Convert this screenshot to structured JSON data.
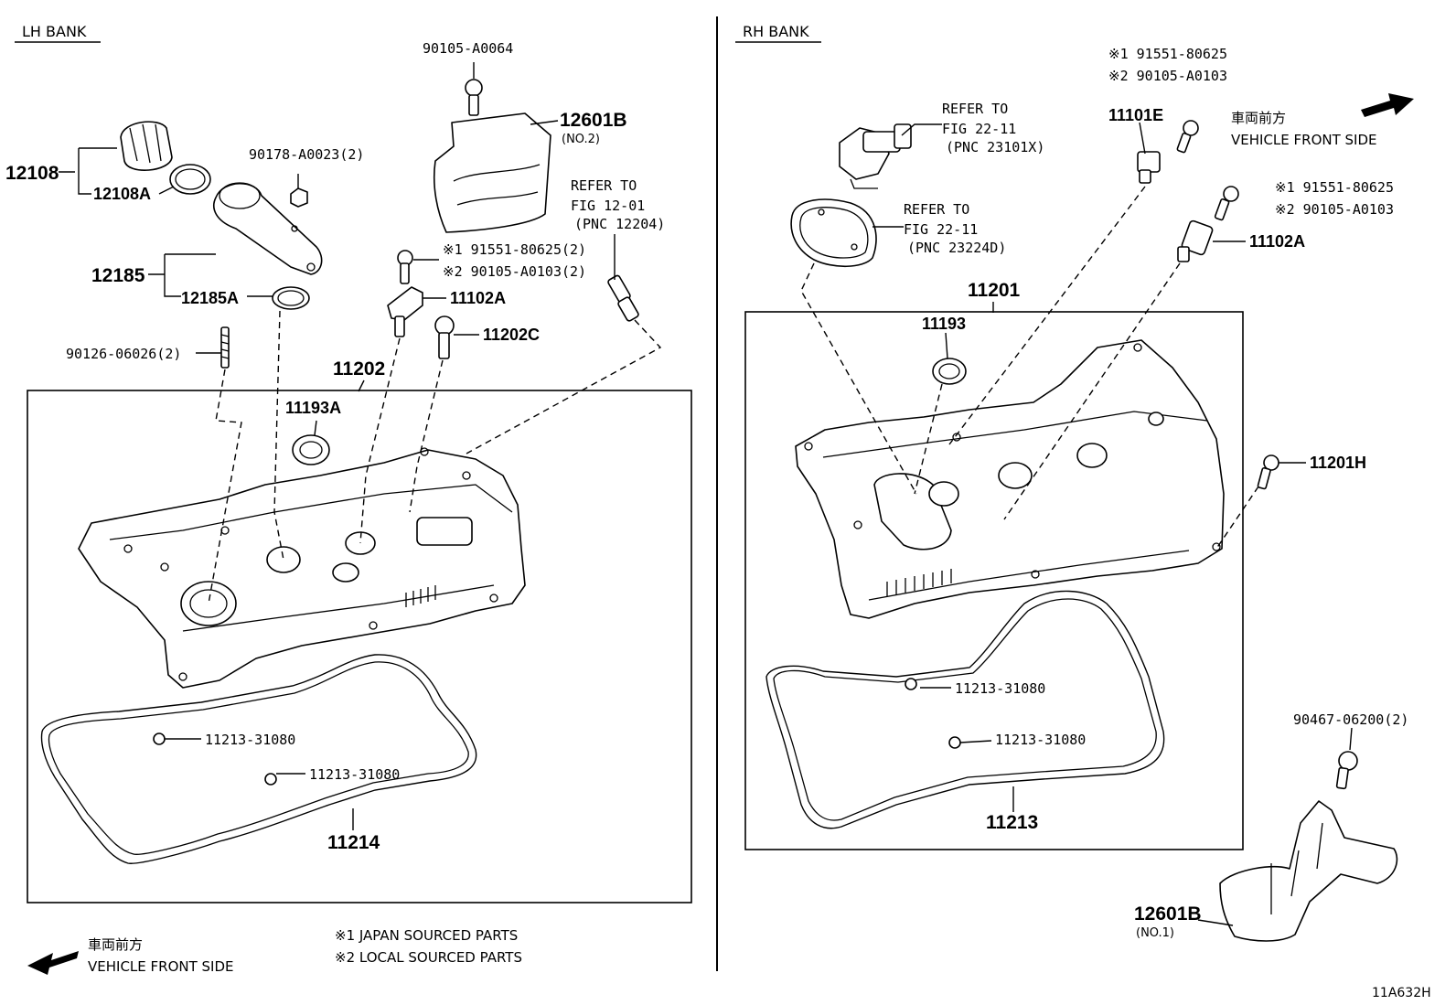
{
  "sections": {
    "lh": "LH BANK",
    "rh": "RH BANK"
  },
  "lh": {
    "p12108": "12108",
    "p12108a": "12108A",
    "p12185": "12185",
    "p12185a": "12185A",
    "p90126": "90126-06026(2)",
    "p90178": "90178-A0023(2)",
    "p90105": "90105-A0064",
    "p12601b": "12601B",
    "p12601b_no": "(NO.2)",
    "refer1": "REFER TO",
    "refer2": "FIG 12-01",
    "refer3": "(PNC 12204)",
    "bolt_j": "※1 91551-80625(2)",
    "bolt_l": "※2 90105-A0103(2)",
    "p11102a": "11102A",
    "p11202c": "11202C",
    "p11202": "11202",
    "p11193a": "11193A",
    "gasket_plug1": "11213-31080",
    "gasket_plug2": "11213-31080",
    "p11214": "11214"
  },
  "rh": {
    "referA1": "REFER TO",
    "referA2": "FIG 22-11",
    "referA3": "(PNC 23101X)",
    "referB1": "REFER TO",
    "referB2": "FIG 22-11",
    "referB3": "(PNC 23224D)",
    "boltE_j": "※1 91551-80625",
    "boltE_l": "※2 90105-A0103",
    "p11101e": "11101E",
    "boltA_j": "※1 91551-80625",
    "boltA_l": "※2 90105-A0103",
    "p11102a": "11102A",
    "p11201": "11201",
    "p11193": "11193",
    "p11201h": "11201H",
    "gasket_plug1": "11213-31080",
    "gasket_plug2": "11213-31080",
    "p11213": "11213",
    "p90467": "90467-06200(2)",
    "p12601b": "12601B",
    "p12601b_no": "(NO.1)",
    "front_jp": "車両前方",
    "front_en": "VEHICLE FRONT SIDE"
  },
  "footer": {
    "front_jp": "車両前方",
    "front_en": "VEHICLE FRONT SIDE",
    "note1": "※1 JAPAN SOURCED PARTS",
    "note2": "※2 LOCAL SOURCED PARTS",
    "figure_id": "11A632H"
  }
}
